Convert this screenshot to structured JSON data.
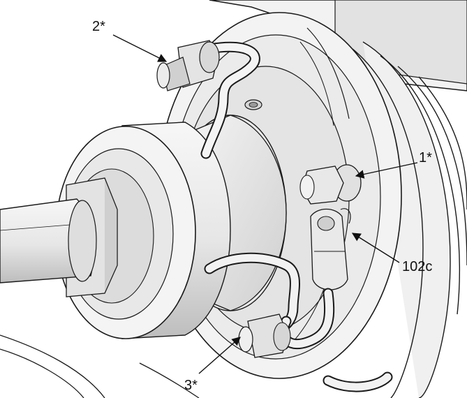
{
  "callouts": {
    "label_2": "2*",
    "label_1": "1*",
    "label_102c": "102c",
    "label_3": "3*"
  },
  "colors": {
    "line": "#1a1a1a",
    "light_fill": "#f2f2f2",
    "mid_fill": "#d9d9d9",
    "shadow_fill": "#bdbdbd",
    "dark_fill": "#8c8c8c"
  }
}
